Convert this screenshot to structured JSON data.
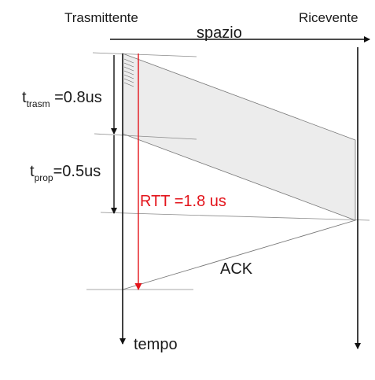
{
  "labels": {
    "sender": "Trasmittente",
    "receiver": "Ricevente",
    "space": "spazio",
    "time": "tempo",
    "ack": "ACK",
    "rtt": "RTT =1.8 us"
  },
  "t_trasm": {
    "base": "t",
    "sub": "trasm",
    "value": " =0.8us"
  },
  "t_prop": {
    "base": "t",
    "sub": "prop",
    "value": "=0.5us"
  },
  "colors": {
    "line": "#111111",
    "rtt": "#e3141b",
    "packet_fill": "#ececec",
    "guide": "#8a8a8a"
  }
}
